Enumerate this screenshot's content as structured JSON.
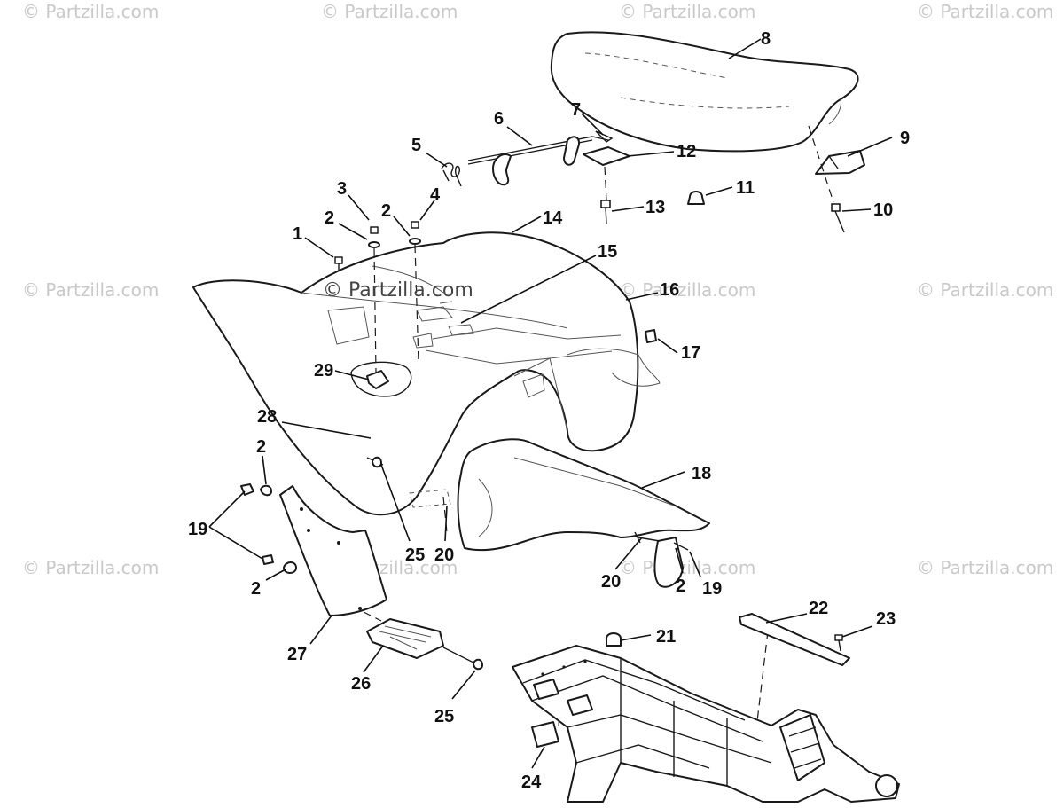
{
  "watermark": {
    "text": "© Partzilla.com",
    "center_text": "© Partzilla.com"
  },
  "callouts": {
    "c1": "1",
    "c2a": "2",
    "c2b": "2",
    "c2c": "2",
    "c2d": "2",
    "c2e": "2",
    "c3": "3",
    "c4": "4",
    "c5": "5",
    "c6": "6",
    "c7": "7",
    "c8": "8",
    "c9": "9",
    "c10": "10",
    "c11": "11",
    "c12": "12",
    "c13": "13",
    "c14": "14",
    "c15": "15",
    "c16": "16",
    "c17": "17",
    "c18": "18",
    "c19a": "19",
    "c19b": "19",
    "c20a": "20",
    "c20b": "20",
    "c21": "21",
    "c22": "22",
    "c23": "23",
    "c24": "24",
    "c25a": "25",
    "c25b": "25",
    "c26": "26",
    "c27": "27",
    "c28": "28",
    "c29": "29"
  }
}
